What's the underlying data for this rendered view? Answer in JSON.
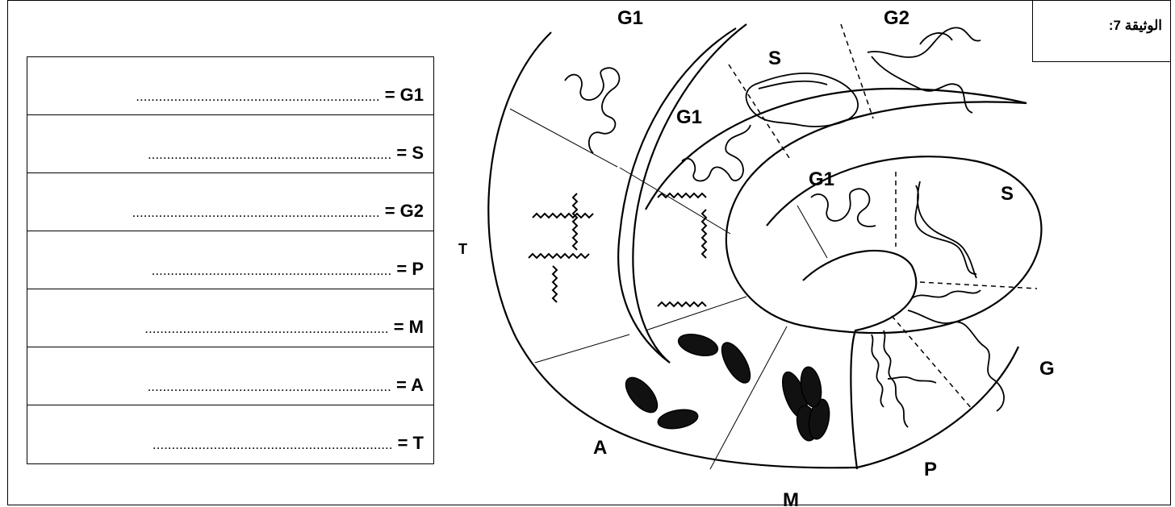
{
  "document": {
    "label": "الوثيقة 7:"
  },
  "answer_rows": [
    {
      "code": "G1",
      "text": "= G1",
      "dots": "................................................................"
    },
    {
      "code": "S",
      "text": "= S",
      "dots": "................................................................"
    },
    {
      "code": "G2",
      "text": "= G2",
      "dots": "................................................................."
    },
    {
      "code": "P",
      "text": "= P",
      "dots": "..............................................................."
    },
    {
      "code": "M",
      "text": "= M",
      "dots": "................................................................"
    },
    {
      "code": "A",
      "text": "= A",
      "dots": "................................................................"
    },
    {
      "code": "T",
      "text": "= T",
      "dots": "..............................................................."
    }
  ],
  "diagram": {
    "labels": {
      "g1_top": "G1",
      "g2_top": "G2",
      "s_outer": "S",
      "g1_outer": "G1",
      "g1_inner": "G1",
      "s_inner": "S",
      "t_left": "T",
      "g_right": "G",
      "a_bottom": "A",
      "p_bottom": "P",
      "m_bottom": "M"
    }
  }
}
